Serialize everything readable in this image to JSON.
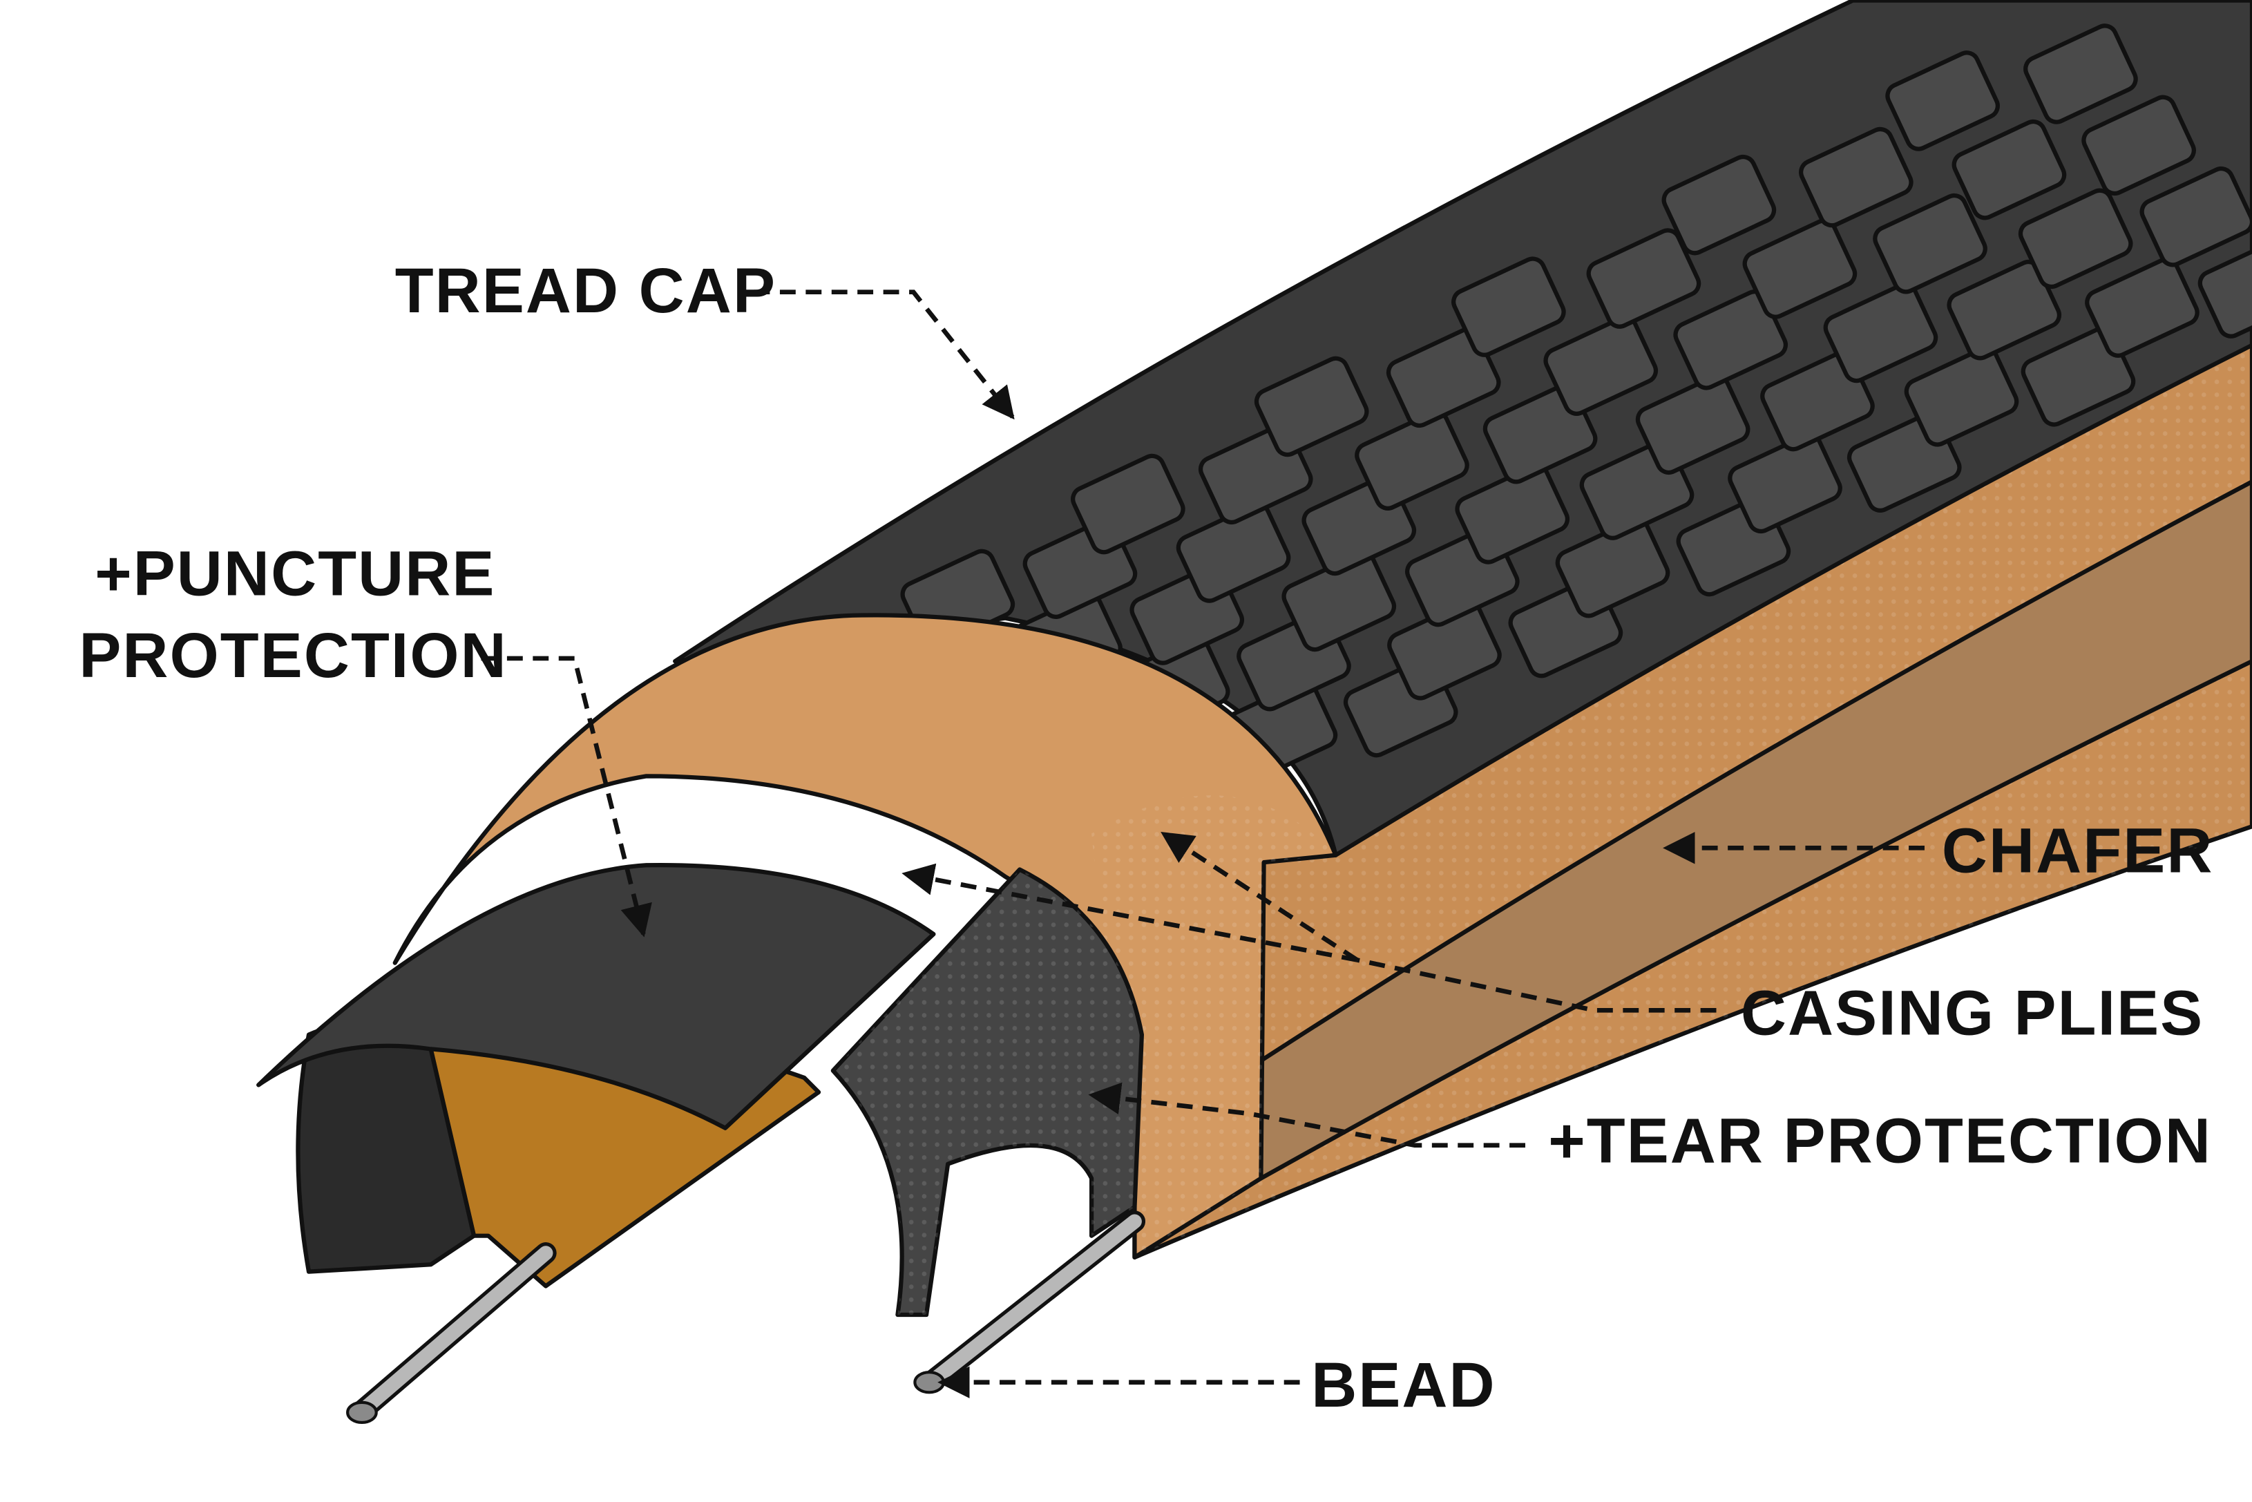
{
  "labels": {
    "tread_cap": "TREAD CAP",
    "puncture_line1": "+PUNCTURE",
    "puncture_line2": "PROTECTION",
    "chafer": "CHAFER",
    "casing_plies": "CASING PLIES",
    "tear_protection": "+TEAR PROTECTION",
    "bead": "BEAD"
  },
  "colors": {
    "tread": "#3a3a3a",
    "tread_lug": "#4a4a4a",
    "tan_sidewall": "#c98e55",
    "casing": "#d49a62",
    "inner_orange": "#b87a22",
    "black_layer": "#2b2b2b",
    "tear_layer": "#454545",
    "bead_wire": "#b8b8b8",
    "ink": "#111111"
  }
}
